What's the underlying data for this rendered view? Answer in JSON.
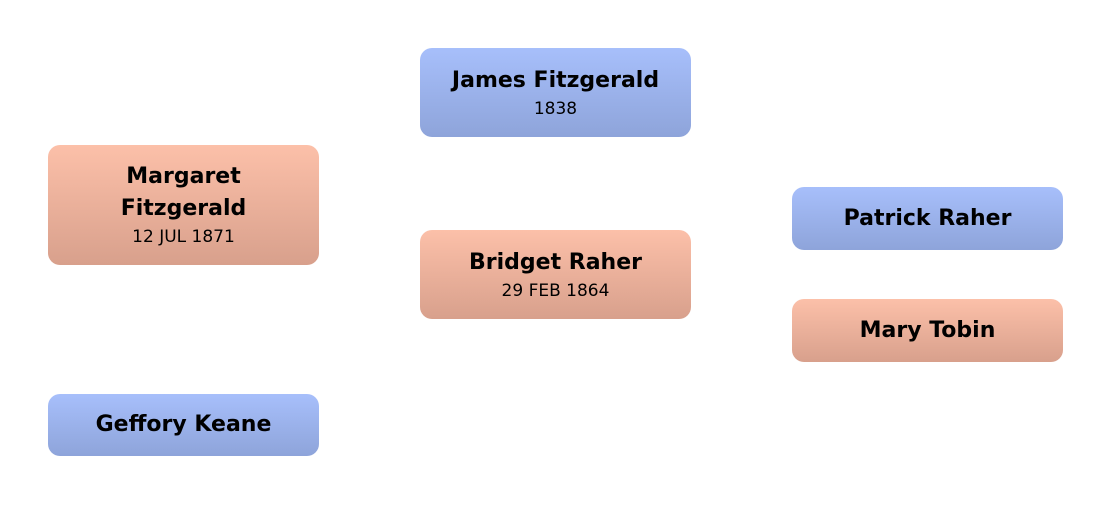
{
  "people": {
    "margaret": {
      "name": "Margaret Fitzgerald",
      "date": "12 JUL 1871",
      "sex": "female"
    },
    "geffory": {
      "name": "Geffory Keane",
      "sex": "male"
    },
    "james": {
      "name": "James Fitzgerald",
      "date": "1838",
      "sex": "male"
    },
    "bridget": {
      "name": "Bridget Raher",
      "date": "29 FEB 1864",
      "sex": "female"
    },
    "patrick": {
      "name": "Patrick Raher",
      "sex": "male"
    },
    "mary": {
      "name": "Mary Tobin",
      "sex": "female"
    }
  },
  "colors": {
    "male": "#a7bffb",
    "female": "#fcc0a9"
  }
}
